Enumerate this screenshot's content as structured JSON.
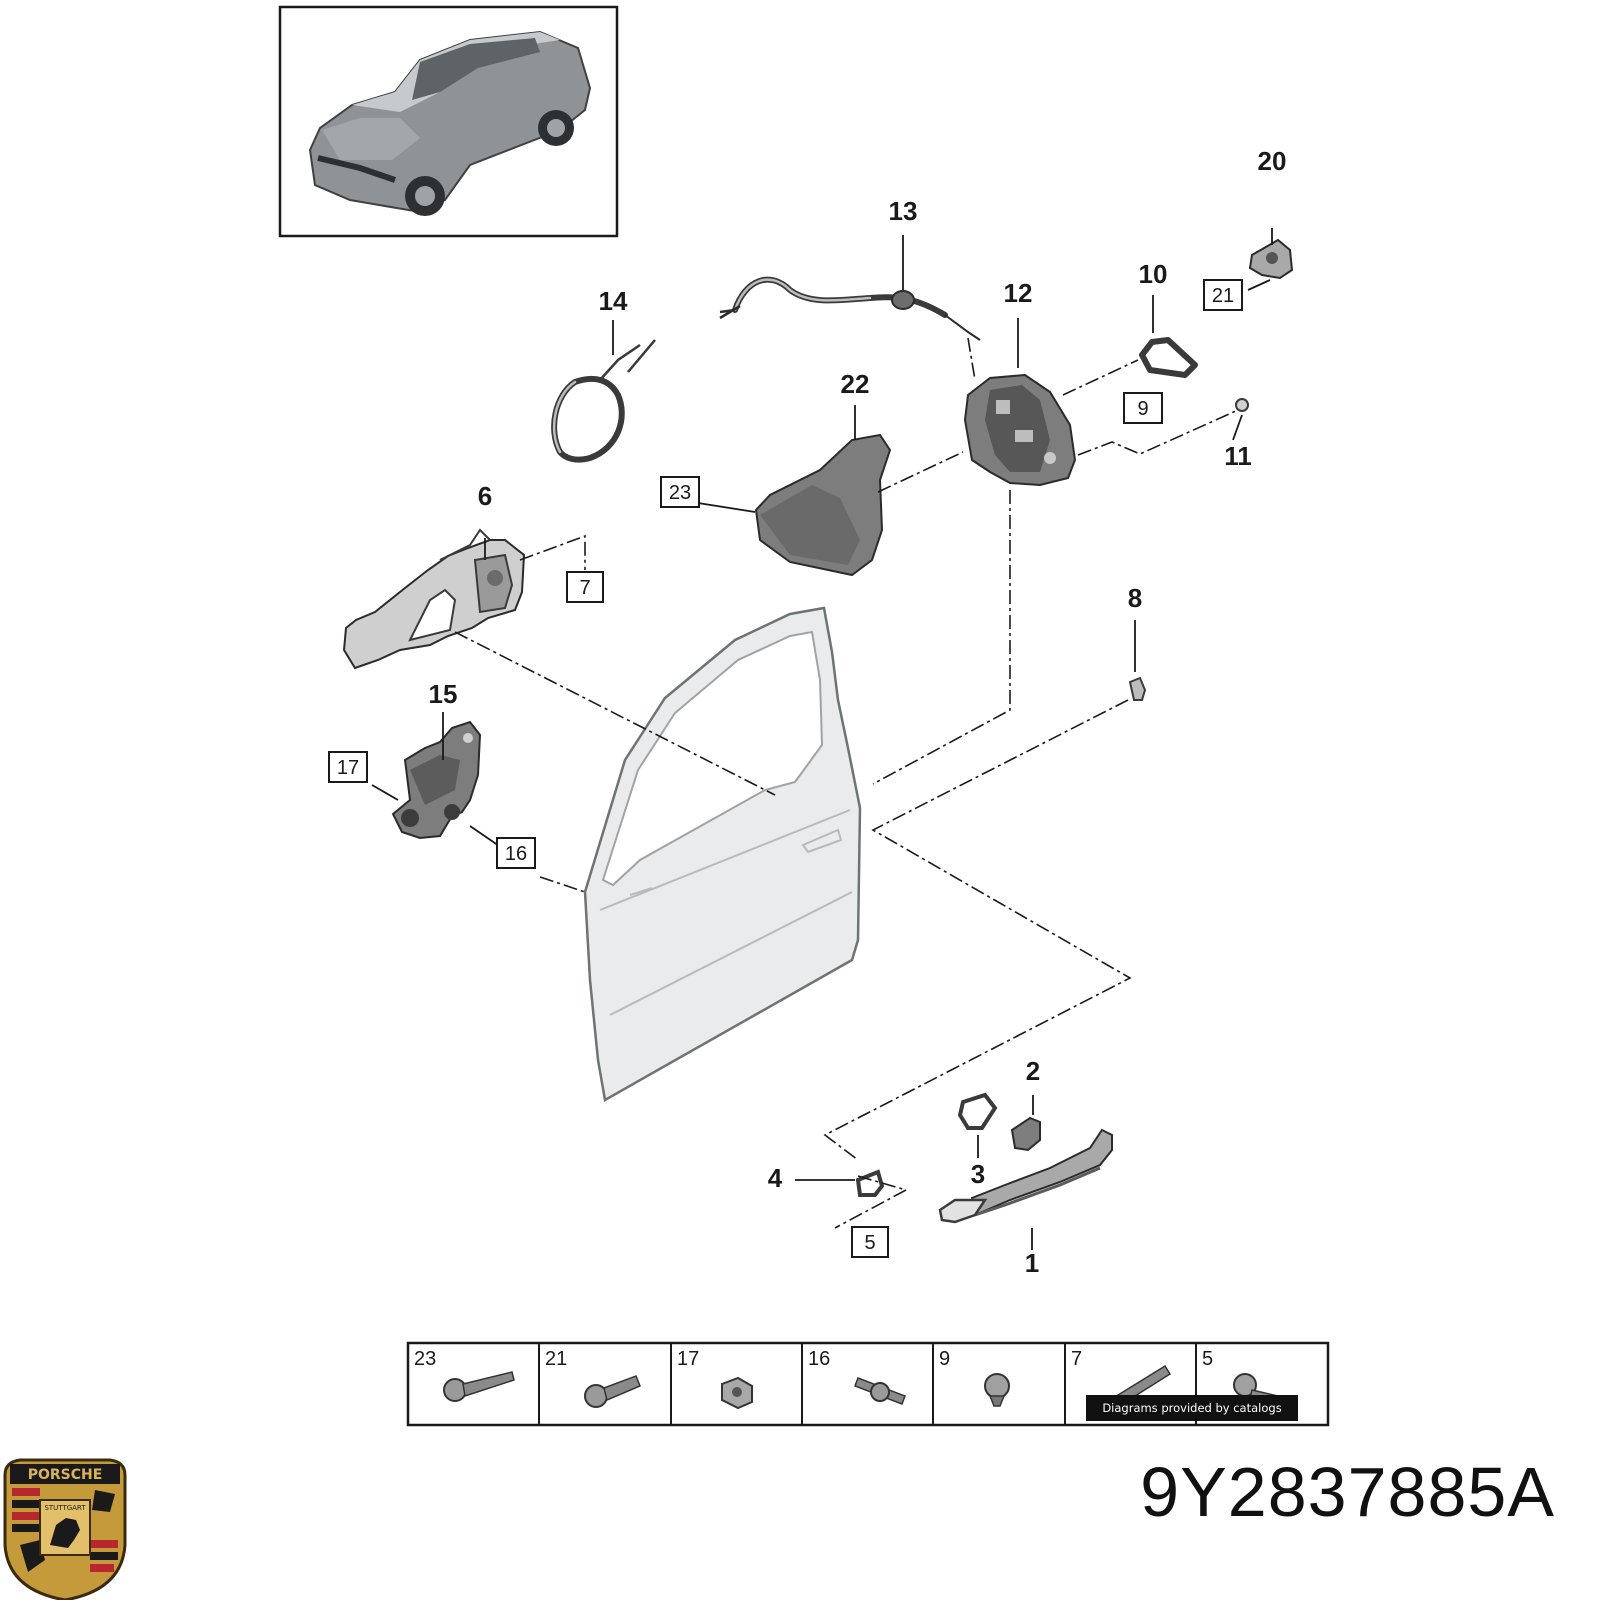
{
  "part_number": "9Y2837885A",
  "credit": "Diagrams provided by catalogs parts",
  "logo": {
    "text_top": "PORSCHE",
    "text_mid": "STUTTGART",
    "icon": "porsche-crest-icon"
  },
  "callouts": [
    {
      "id": "1",
      "label": "1",
      "boxed": false
    },
    {
      "id": "2",
      "label": "2",
      "boxed": false
    },
    {
      "id": "3",
      "label": "3",
      "boxed": false
    },
    {
      "id": "4",
      "label": "4",
      "boxed": false
    },
    {
      "id": "5",
      "label": "5",
      "boxed": true
    },
    {
      "id": "6",
      "label": "6",
      "boxed": false
    },
    {
      "id": "7",
      "label": "7",
      "boxed": true
    },
    {
      "id": "8",
      "label": "8",
      "boxed": false
    },
    {
      "id": "9",
      "label": "9",
      "boxed": true
    },
    {
      "id": "10",
      "label": "10",
      "boxed": false
    },
    {
      "id": "11",
      "label": "11",
      "boxed": false
    },
    {
      "id": "12",
      "label": "12",
      "boxed": false
    },
    {
      "id": "13",
      "label": "13",
      "boxed": false
    },
    {
      "id": "14",
      "label": "14",
      "boxed": false
    },
    {
      "id": "15",
      "label": "15",
      "boxed": false
    },
    {
      "id": "16",
      "label": "16",
      "boxed": true
    },
    {
      "id": "17",
      "label": "17",
      "boxed": true
    },
    {
      "id": "20",
      "label": "20",
      "boxed": false
    },
    {
      "id": "21",
      "label": "21",
      "boxed": true
    },
    {
      "id": "22",
      "label": "22",
      "boxed": false
    },
    {
      "id": "23",
      "label": "23",
      "boxed": true
    }
  ],
  "fastener_table": {
    "cells": [
      {
        "label": "23",
        "icon": "wood-screw-icon"
      },
      {
        "label": "21",
        "icon": "bolt-icon"
      },
      {
        "label": "17",
        "icon": "hex-nut-icon"
      },
      {
        "label": "16",
        "icon": "stud-bolt-icon"
      },
      {
        "label": "9",
        "icon": "round-screw-icon"
      },
      {
        "label": "7",
        "icon": "long-bolt-icon"
      },
      {
        "label": "5",
        "icon": "torx-screw-icon"
      }
    ]
  }
}
